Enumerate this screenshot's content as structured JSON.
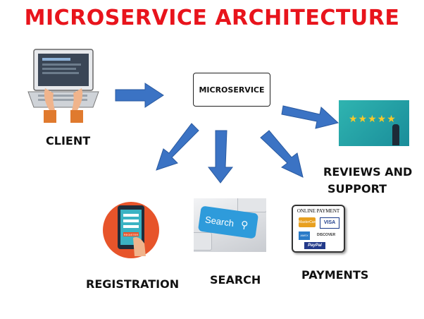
{
  "title": "MICROSERVICE ARCHITECTURE",
  "center_box": "MICROSERVICE",
  "nodes": {
    "client": "CLIENT",
    "reviews_line1": "REVIEWS AND",
    "reviews_line2": "SUPPORT",
    "registration": "REGISTRATION",
    "search": "SEARCH",
    "payments": "PAYMENTS"
  },
  "images": {
    "search_key_text": "Search",
    "register_text": "REGISTER",
    "payment_title": "Online Payment",
    "payment_brands": [
      "MasterCard",
      "VISA",
      "AMEX",
      "DISCOVER",
      "PayPal"
    ],
    "stars": "★★★★★"
  },
  "colors": {
    "title": "#e8141c",
    "arrow": "#3b73c4",
    "arrow_dark": "#2a5aa0"
  }
}
